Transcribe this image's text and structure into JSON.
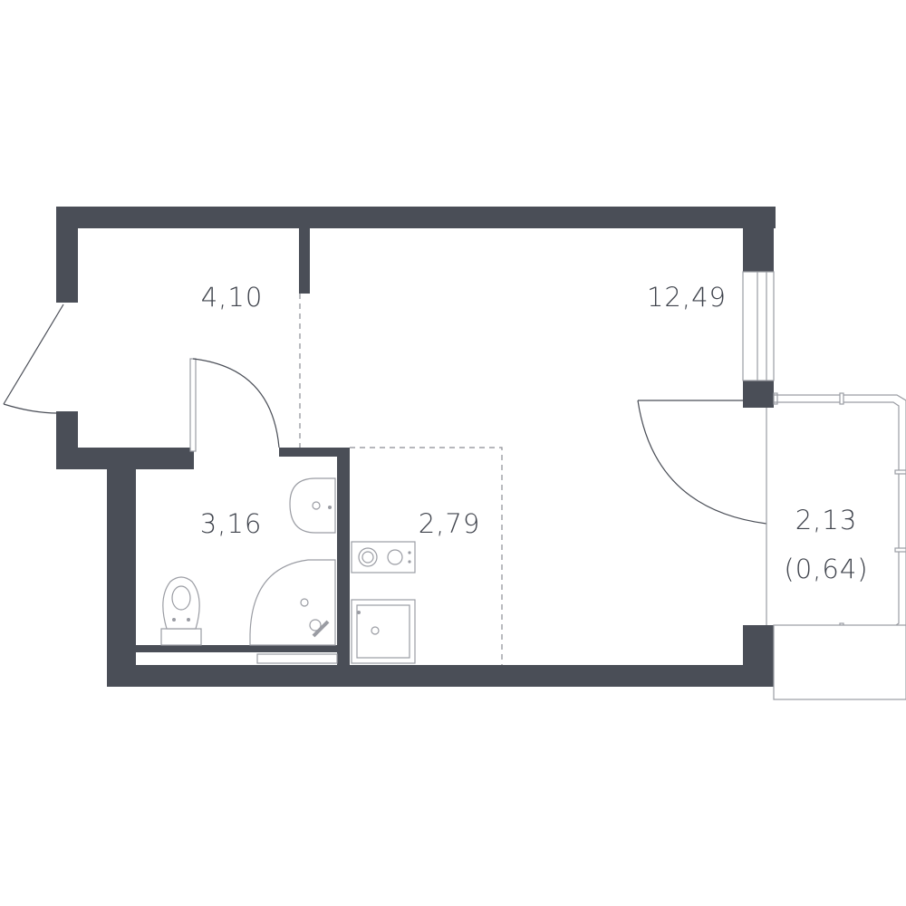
{
  "colors": {
    "wall": "#4a4e57",
    "fixture": "#9a9ca3",
    "label": "#3e424b",
    "background": "#ffffff"
  },
  "rooms": {
    "hallway": {
      "area": "4,10"
    },
    "living": {
      "area": "12,49"
    },
    "bathroom": {
      "area": "3,16"
    },
    "kitchen": {
      "area": "2,79"
    },
    "balcony": {
      "area": "2,13",
      "reduced_area": "(0,64)"
    }
  },
  "icons": [
    "entrance-door-icon",
    "bathroom-door-icon",
    "balcony-door-icon",
    "window-icon",
    "toilet-icon",
    "washbasin-icon",
    "shower-icon",
    "cooktop-icon",
    "kitchen-sink-icon"
  ]
}
